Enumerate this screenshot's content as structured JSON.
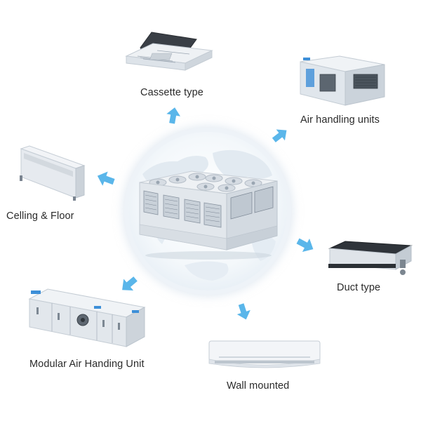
{
  "hub": {
    "icon": "modular-chiller-icon"
  },
  "units": [
    {
      "key": "cassette",
      "label": "Cassette type",
      "icon": "cassette-ac-icon"
    },
    {
      "key": "ahu",
      "label": "Air handling units",
      "icon": "air-handling-unit-icon"
    },
    {
      "key": "duct",
      "label": "Duct type",
      "icon": "duct-ac-icon"
    },
    {
      "key": "wall",
      "label": "Wall mounted",
      "icon": "wall-mounted-ac-icon"
    },
    {
      "key": "modular",
      "label": "Modular Air Handing Unit",
      "icon": "modular-ahu-icon"
    },
    {
      "key": "ceiling",
      "label": "Celling & Floor",
      "icon": "ceiling-floor-ac-icon"
    }
  ],
  "colors": {
    "arrow": "#5ab6ea",
    "text": "#2a2a2a",
    "unit_body": "#e9edf1",
    "unit_shadow": "#b9c2cc",
    "accent_blue": "#3d8fd8"
  }
}
